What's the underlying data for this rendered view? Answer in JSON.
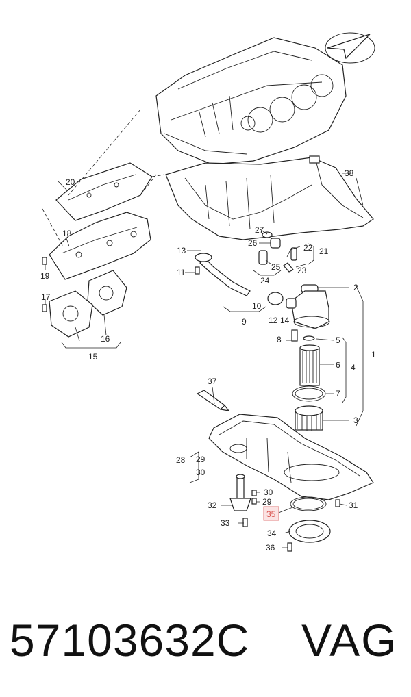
{
  "diagram": {
    "callouts": {
      "c1": "1",
      "c2": "2",
      "c3": "3",
      "c4": "4",
      "c5": "5",
      "c6": "6",
      "c7": "7",
      "c8": "8",
      "c9": "9",
      "c10": "10",
      "c11": "11",
      "c12": "12",
      "c13": "13",
      "c14": "14",
      "c15": "15",
      "c16": "16",
      "c17": "17",
      "c18": "18",
      "c19": "19",
      "c20": "20",
      "c21": "21",
      "c22": "22",
      "c23": "23",
      "c24": "24",
      "c25": "25",
      "c26": "26",
      "c27": "27",
      "c28": "28",
      "c29a": "29",
      "c29b": "29",
      "c30a": "30",
      "c30b": "30",
      "c31": "31",
      "c32": "32",
      "c33": "33",
      "c34": "34",
      "c35": "35",
      "c36": "36",
      "c37": "37",
      "c38": "38"
    },
    "highlight_color": "#e07a7a",
    "highlighted_callout": "35",
    "compass_icon": "direction-arrow-icon"
  },
  "caption": {
    "part_number": "57103632C",
    "brand": "VAG"
  }
}
